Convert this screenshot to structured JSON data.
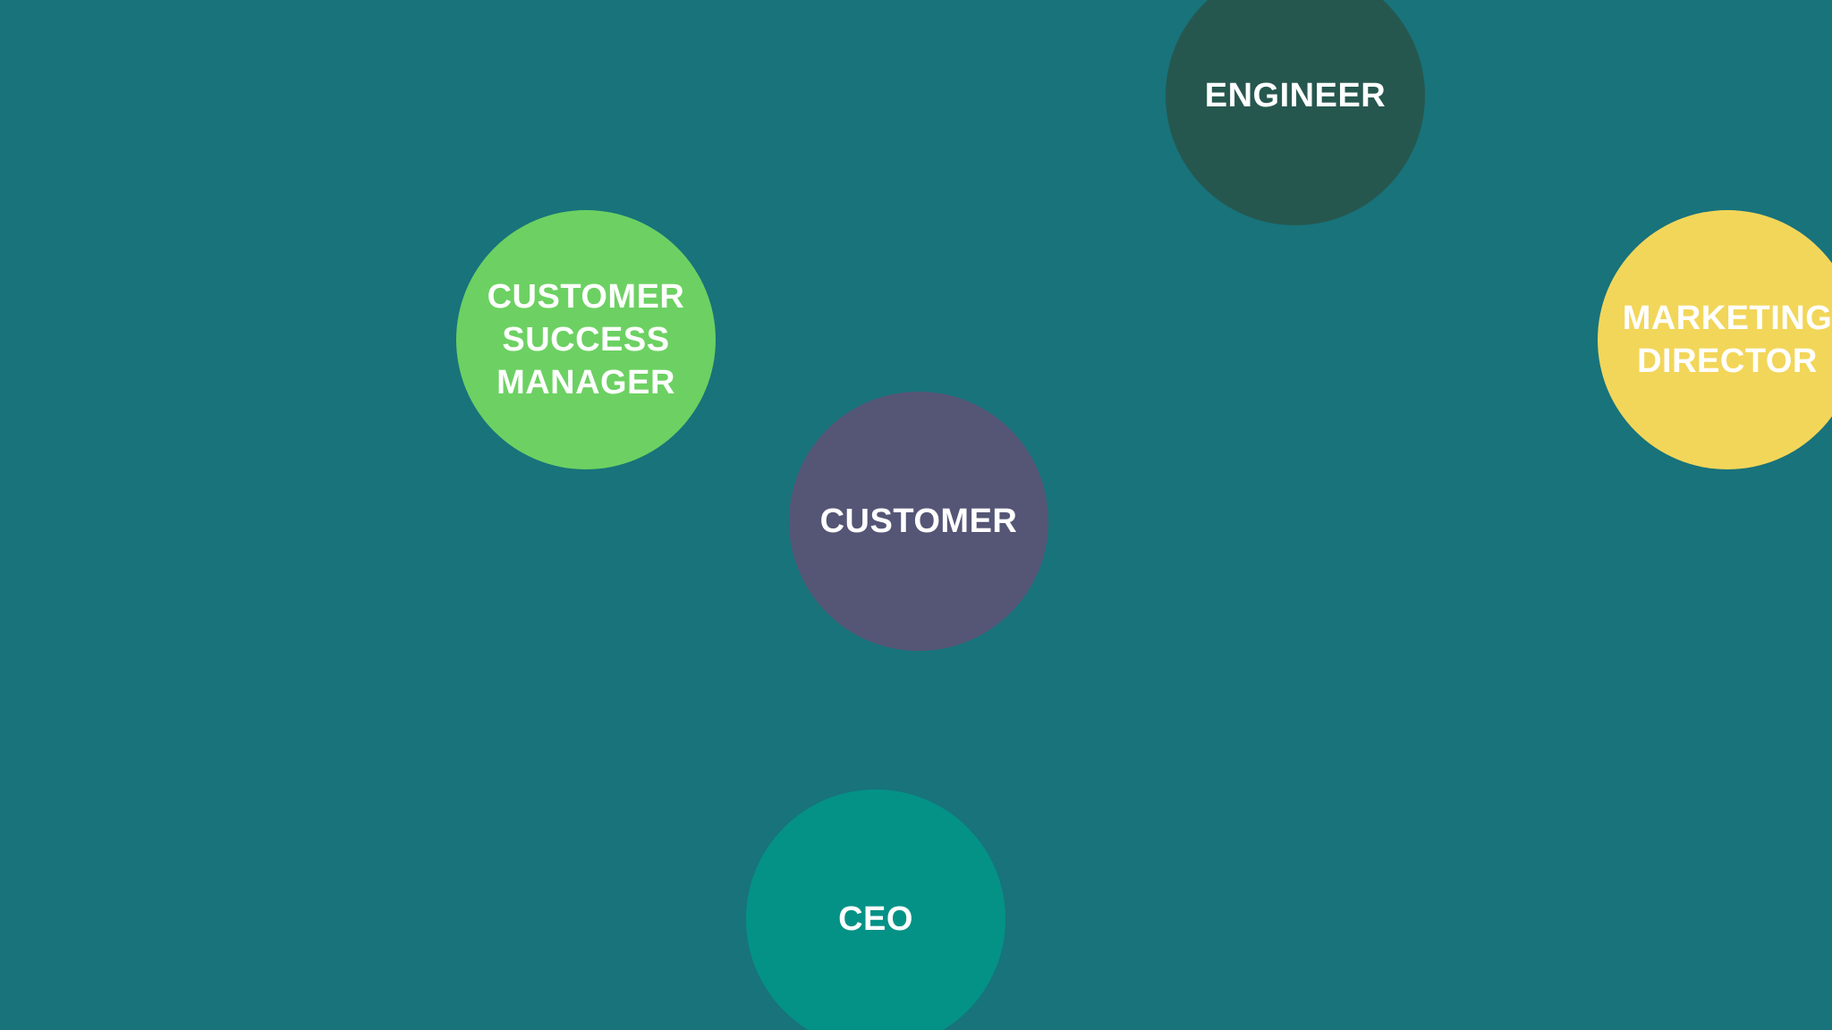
{
  "background_color": "#18737b",
  "nodes": {
    "engineer": {
      "label": "ENGINEER",
      "color": "#26574f"
    },
    "customer_success_manager": {
      "label": "CUSTOMER\nSUCCESS\nMANAGER",
      "color": "#6cd162"
    },
    "marketing_director": {
      "label": "MARKETING\nDIRECTOR",
      "color": "#f2d65a"
    },
    "customer": {
      "label": "CUSTOMER",
      "color": "#555576"
    },
    "ceo": {
      "label": "CEO",
      "color": "#049286"
    }
  }
}
